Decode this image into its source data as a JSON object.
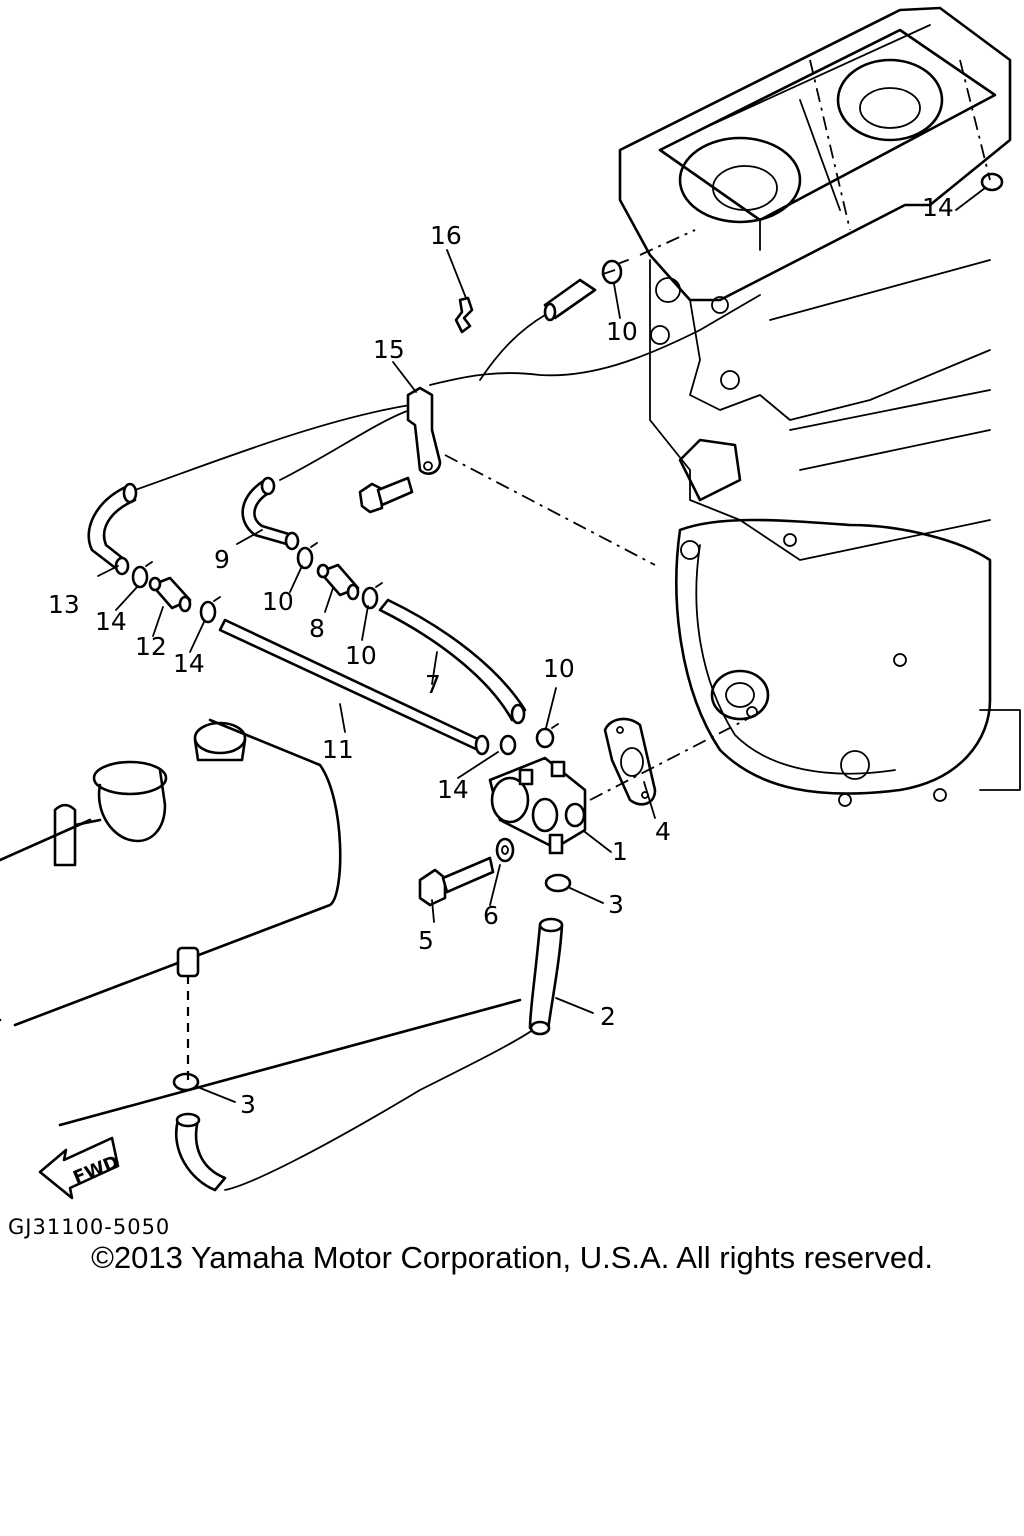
{
  "diagram": {
    "part_callouts": [
      "1",
      "2",
      "3",
      "3",
      "4",
      "5",
      "6",
      "7",
      "8",
      "9",
      "10",
      "10",
      "10",
      "10",
      "11",
      "12",
      "13",
      "14",
      "14",
      "14",
      "14",
      "15",
      "16"
    ],
    "figure_code": "GJ31100-5050",
    "forward_marker": "FWD"
  },
  "footer": {
    "copyright": "©2013 Yamaha Motor Corporation, U.S.A. All rights reserved."
  }
}
